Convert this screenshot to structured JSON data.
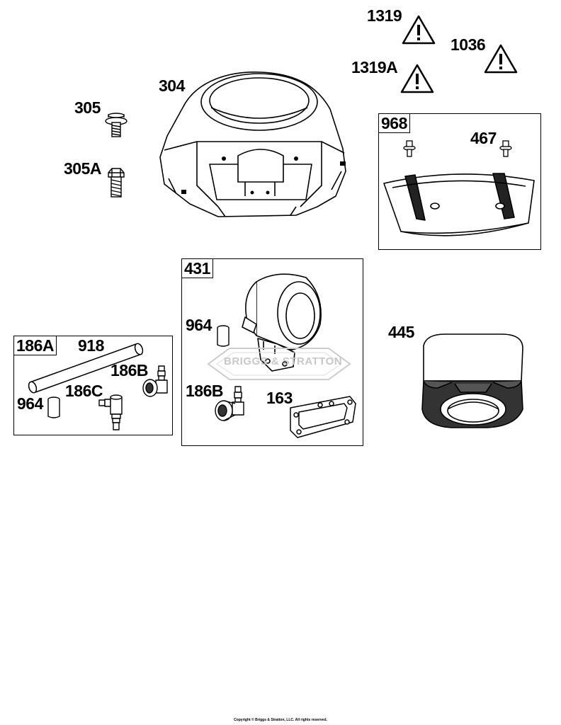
{
  "labels": {
    "l1319": "1319",
    "l1036": "1036",
    "l1319a": "1319A",
    "l304": "304",
    "l305": "305",
    "l305a": "305A",
    "l968": "968",
    "l467": "467",
    "l431": "431",
    "l964_center": "964",
    "l186b_center": "186B",
    "l163": "163",
    "l445": "445",
    "l186a": "186A",
    "l918": "918",
    "l186b_left": "186B",
    "l186c": "186C",
    "l964_left": "964"
  },
  "watermark": "BRIGGS & STRATTON",
  "copyright": "Copyright © Briggs & Stratton, LLC. All rights reserved."
}
